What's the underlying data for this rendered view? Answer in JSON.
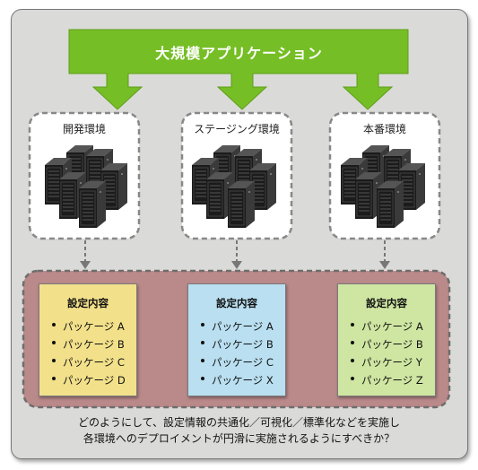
{
  "title": "大規模アプリケーション",
  "environments": [
    {
      "name": "開発環境",
      "color": "#f2e08a"
    },
    {
      "name": "ステージング環境",
      "color": "#b9dff0"
    },
    {
      "name": "本番環境",
      "color": "#cfe6a2"
    }
  ],
  "cards": [
    {
      "title": "設定内容",
      "items": [
        "パッケージ A",
        "パッケージ B",
        "パッケージ C",
        "パッケージ D"
      ]
    },
    {
      "title": "設定内容",
      "items": [
        "パッケージ A",
        "パッケージ B",
        "パッケージ C",
        "パッケージ X"
      ]
    },
    {
      "title": "設定内容",
      "items": [
        "パッケージ A",
        "パッケージ B",
        "パッケージ Y",
        "パッケージ Z"
      ]
    }
  ],
  "question": [
    "どのようにして、設定情報の共通化／可視化／標準化などを実施し",
    "各環境へのデプロイメントが円滑に実施されるようにすべきか？"
  ],
  "colors": {
    "arrow_green": "#76be25",
    "panel_background": "#dadbd8",
    "config_band": "#ba898a",
    "server_black": "#1e1e1e"
  }
}
